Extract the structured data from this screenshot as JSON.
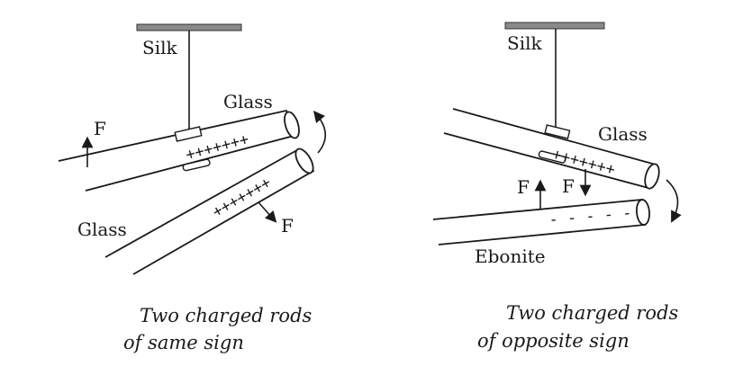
{
  "left": {
    "silk_label": "Silk",
    "upper_rod_label": "Glass",
    "lower_rod_label": "Glass",
    "upper_force_label": "F",
    "lower_force_label": "F",
    "upper_charges": "+++++++",
    "lower_charges": "+++++++",
    "caption_line1": "Two charged rods",
    "caption_line2": "of same sign"
  },
  "right": {
    "silk_label": "Silk",
    "upper_rod_label": "Glass",
    "lower_rod_label": "Ebonite",
    "force_up_label": "F",
    "force_down_label": "F",
    "upper_charges": "+++++++",
    "lower_charges": "- - - - -",
    "caption_line1": "Two charged rods",
    "caption_line2": "of opposite sign"
  }
}
